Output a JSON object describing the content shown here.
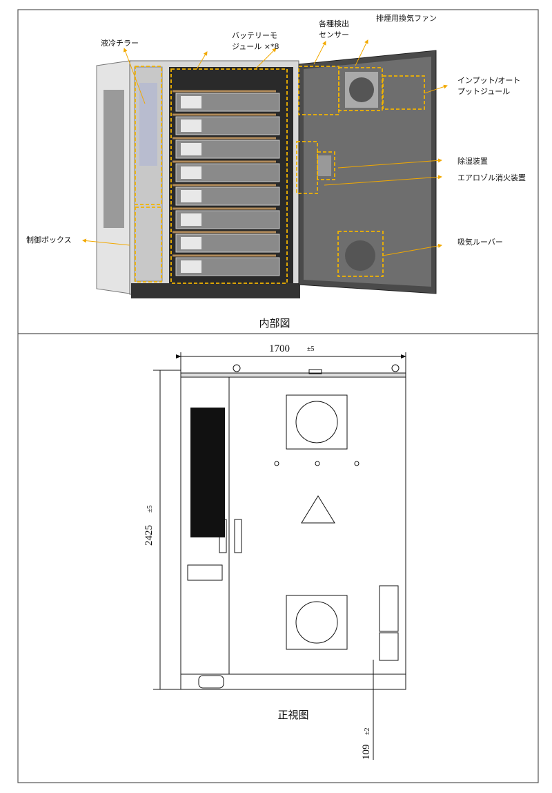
{
  "interior": {
    "caption": "内部図",
    "labels": {
      "chiller": "液冷チラー",
      "battery_line1": "バッテリーモ",
      "battery_line2": "ジュール ×*8",
      "sensor_line1": "各種検出",
      "sensor_line2": "センサー",
      "fan": "排煙用換気ファン",
      "io_line1": "インプット/オート",
      "io_line2": "プットジュール",
      "dehumidifier": "除湿装置",
      "aerosol": "エアロゾル消火装置",
      "louver": "吸気ルーバー",
      "control_box": "制御ボックス"
    },
    "battery_module_count": 8
  },
  "front_view": {
    "caption": "正視图",
    "width_value": "1700",
    "width_tol": "±5",
    "height_value": "2425",
    "height_tol": "±5",
    "base_value": "109",
    "base_tol": "±2"
  },
  "colors": {
    "callout": "#f2b400"
  }
}
